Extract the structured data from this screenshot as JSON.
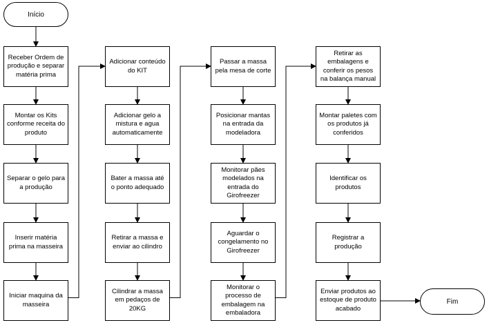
{
  "start_label": "Início",
  "end_label": "Fim",
  "columns": [
    {
      "steps": [
        "Receber Ordem de produção e separar matéria prima",
        "Montar os Kits conforme receita do produto",
        "Separar o gelo para a produção",
        "Inserir matéria prima na masseira",
        "Iniciar maquina da masseira"
      ]
    },
    {
      "steps": [
        "Adicionar conteúdo do KIT",
        "Adicionar gelo a mistura e agua automaticamente",
        "Bater a massa até o ponto adequado",
        "Retirar a massa e enviar ao cilindro",
        "Cilindrar a massa em pedaços de 20KG"
      ]
    },
    {
      "steps": [
        "Passar a massa pela mesa de corte",
        "Posicionar mantas na entrada da modeladora",
        "Monitorar pães modelados na entrada do Girofreezer",
        "Aguardar o congelamento no Girofreezer",
        "Monitorar o processo de embalagem na embaladora"
      ]
    },
    {
      "steps": [
        "Retirar as embalagens e conferir os pesos na balança manual",
        "Montar paletes com os produtos já conferidos",
        "Identificar os produtos",
        "Registrar a produção",
        "Enviar produtos ao estoque de produto acabado"
      ]
    }
  ]
}
